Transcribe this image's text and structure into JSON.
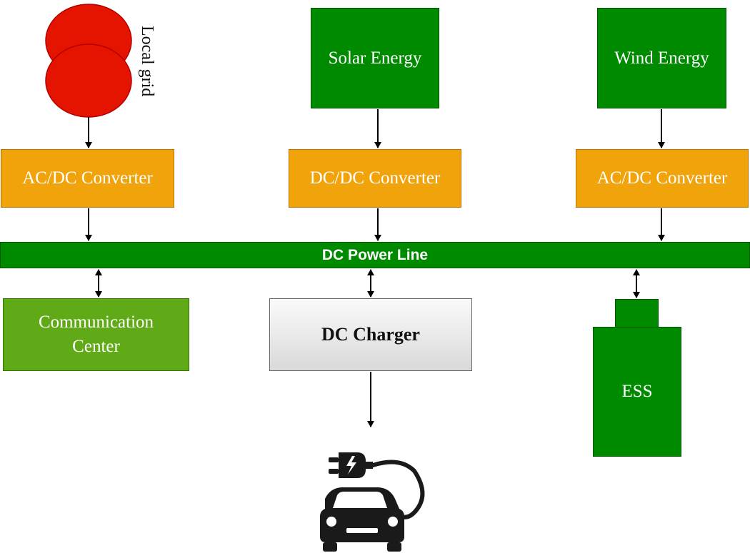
{
  "diagram": {
    "grid": {
      "label": "Local grid",
      "color": "#e51400"
    },
    "sources": {
      "solar": "Solar Energy",
      "wind": "Wind Energy"
    },
    "converters": {
      "left": "AC/DC Converter",
      "middle": "DC/DC Converter",
      "right": "AC/DC Converter"
    },
    "bus": {
      "label": "DC Power Line"
    },
    "loads": {
      "communication_line1": "Communication",
      "communication_line2": "Center",
      "charger": "DC Charger",
      "ess": "ESS"
    },
    "icons": [
      "transformer-icon",
      "ev-charging-car-icon"
    ],
    "colors": {
      "source_green": "#008a00",
      "converter_orange": "#f0a30a",
      "communication_green": "#60a917",
      "charger_gray": "#d9d9d9",
      "arrow": "#000000"
    }
  }
}
